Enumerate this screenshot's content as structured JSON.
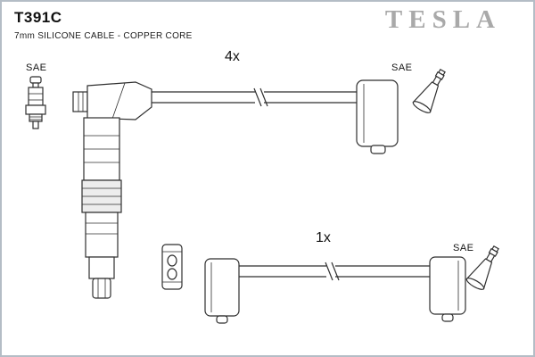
{
  "header": {
    "product_code": "T391C",
    "description": "7mm SILICONE CABLE - COPPER CORE",
    "brand": "TESLA"
  },
  "diagram": {
    "cable_set_4x": {
      "quantity_label": "4x"
    },
    "cable_single_1x": {
      "quantity_label": "1x"
    },
    "sae": {
      "top_left": "SAE",
      "top_right": "SAE",
      "right": "SAE"
    }
  },
  "colors": {
    "brand_gray": "#a9a9a9",
    "line_color": "#2f2f2f",
    "border_color": "#b4bdc6"
  }
}
